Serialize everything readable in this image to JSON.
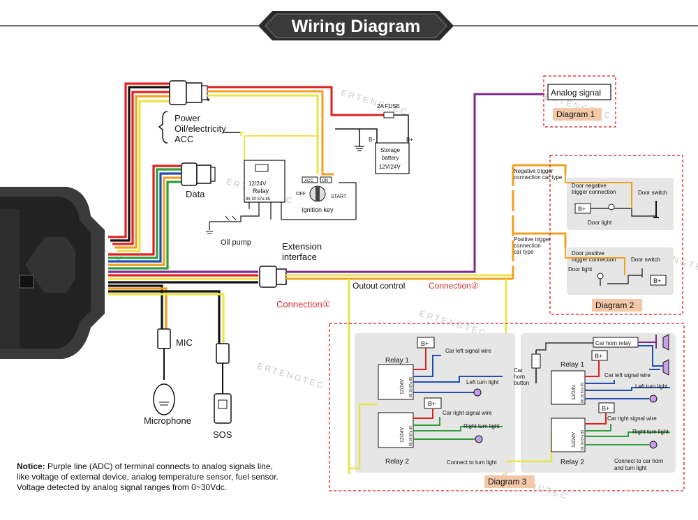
{
  "title": "Wiring Diagram",
  "watermark": "ERTENGTEC",
  "colors": {
    "red": "#e02020",
    "black": "#111111",
    "yellow": "#e8e44a",
    "orange": "#f0a020",
    "green": "#2e9e3a",
    "blue": "#1f4fb0",
    "purple": "#7b2a8a",
    "white": "#dddddd",
    "dashed_box": "#e23a3a",
    "label_fill": "#f3c8a8",
    "panel": "#e6e6e6"
  },
  "harness": {
    "power_group": [
      "Power",
      "Oil/electricity",
      "ACC"
    ],
    "data_label": "Data",
    "extension_label": [
      "Extension",
      "interface"
    ],
    "mic_label": "MIC",
    "microphone_label": "Microphone",
    "sos_label": "SOS",
    "connection1": "Connection①"
  },
  "power_circuit": {
    "fuse_label": "2A  FUSE",
    "battery": {
      "minus": "B−",
      "plus": "B+",
      "line1": "Storage",
      "line2": "battery",
      "line3": "12V/24V"
    },
    "relay": {
      "voltage": "12/24V",
      "name": "Relay",
      "pins": "86  30  87a  85"
    },
    "ignition": {
      "acc": "ACC",
      "on": "ON",
      "off": "OFF",
      "start": "START",
      "label": "Ignition key"
    },
    "oil_pump": "Oil pump"
  },
  "diagram1": {
    "signal": "Analog signal",
    "label": "Diagram 1"
  },
  "diagram2": {
    "neg_title": [
      "Negative trigger",
      "connection car type"
    ],
    "neg_door_trigger": [
      "Door negative",
      "trigger connection"
    ],
    "door_switch": "Door switch",
    "door_light": "Door light",
    "bplus": "B+",
    "pos_title": [
      "Positive trigger",
      "connection",
      "car type"
    ],
    "pos_door_trigger": [
      "Door positive",
      "trigger connection"
    ],
    "label": "Diagram 2"
  },
  "connection2": {
    "output": "Outout control",
    "connection": "Connection②"
  },
  "diagram3": {
    "label": "Diagram 3",
    "left": {
      "relay1": "Relay 1",
      "relay2": "Relay 2",
      "relay_voltage": "12/24V",
      "relay_pins": "86 30 87a 85",
      "bplus": "B+",
      "left_signal": "Car left signal wire",
      "left_light": "Left turn light",
      "right_signal": "Car right signal wire",
      "right_light": "Right turn light",
      "connect": "Connect to turn light"
    },
    "right": {
      "horn_relay": "Car horn relay",
      "horn_button": [
        "Car",
        "horn",
        "button"
      ],
      "relay1": "Relay 1",
      "relay2": "Relay 2",
      "relay_voltage": "12/24V",
      "relay_pins": "86 30 87a 85",
      "bplus": "B+",
      "left_signal": "Car left signal wire",
      "left_light": "Left turn light",
      "right_signal": "Car right signal wire",
      "right_light": "Right turn light",
      "connect": [
        "Connect to car horn",
        "and turn light"
      ]
    }
  },
  "notice": {
    "head": "Notice:",
    "line1": " Purple line (ADC) of terminal connects to analog signals line,",
    "line2": "like voltage of external device, analog temperature sensor, fuel sensor.",
    "line3": "Voltage detected by analog signal ranges from 0~30Vdc."
  }
}
